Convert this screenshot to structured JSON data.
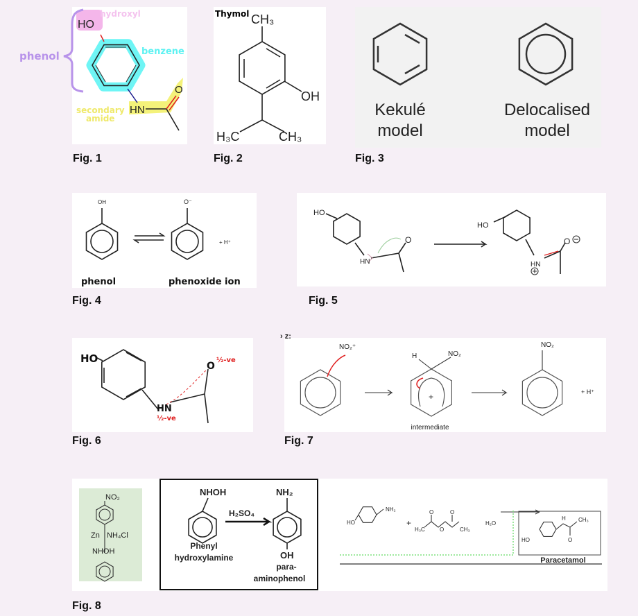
{
  "colors": {
    "background": "#f6eff6",
    "panel": "#ffffff",
    "fig3_panel": "#f2f2f2",
    "fig8_green": "#dcebd6",
    "hydroxyl": "#f4b6ea",
    "benzene": "#6ff5f5",
    "phenol": "#b893ea",
    "amide": "#f4f27a",
    "red": "#e02020",
    "navy": "#1a1a8c"
  },
  "fig1": {
    "caption": "Fig. 1",
    "hydroxyl": "hydroxyl",
    "ho": "HO",
    "benzene": "benzene",
    "phenol": "phenol",
    "secondary": "secondary",
    "amide": "amide",
    "hn": "HN",
    "o": "O"
  },
  "fig2": {
    "caption": "Fig. 2",
    "title": "Thymol",
    "ch3_top": "CH₃",
    "oh": "OH",
    "h3c": "H₃C",
    "ch3_right": "CH₃"
  },
  "fig3": {
    "caption": "Fig. 3",
    "kekule_1": "Kekulé",
    "kekule_2": "model",
    "deloc_1": "Delocalised",
    "deloc_2": "model"
  },
  "fig4": {
    "caption": "Fig. 4",
    "oh": "OH",
    "o_minus": "O⁻",
    "h_plus": "+ H⁺",
    "phenol": "phenol",
    "phenoxide": "phenoxide ion"
  },
  "fig5": {
    "caption": "Fig. 5",
    "ho1": "HO",
    "hn1": "HN",
    "o1": "O",
    "ho2": "HO",
    "hn2": "HN",
    "o2": "O"
  },
  "fig6": {
    "caption": "Fig. 6",
    "ho": "HO",
    "hn": "HN",
    "o": "O",
    "o_charge": "½-ve",
    "n_charge": "½-ve"
  },
  "fig7": {
    "caption": "Fig. 7",
    "header": "› z:",
    "no2_plus": "NO₂⁺",
    "h": "H",
    "no2_mid": "NO₂",
    "plus": "+",
    "intermediate": "intermediate",
    "no2_end": "NO₂",
    "h_plus": "+ H⁺"
  },
  "fig8": {
    "caption": "Fig. 8",
    "left": {
      "no2": "NO₂",
      "zn": "Zn",
      "nh4cl": "NH₄Cl",
      "nhoh": "NHOH"
    },
    "box": {
      "nhoh": "NHOH",
      "h2so4": "H₂SO₄",
      "nh2": "NH₂",
      "phenyl": "Phenyl",
      "hydroxylamine": "hydroxylamine",
      "oh": "OH",
      "para": "para-",
      "aminophenol": "aminophenol"
    },
    "right": {
      "nh2": "NH₂",
      "ho1": "HO",
      "plus": "+",
      "h3c": "H₃C",
      "o_a": "O",
      "o_b": "O",
      "o_c": "O",
      "ch3": "CH₃",
      "h2o": "H₂O",
      "ho2": "HO",
      "h": "H",
      "ch3_b": "CH₃",
      "o_d": "O",
      "paracetamol": "Paracetamol"
    }
  }
}
